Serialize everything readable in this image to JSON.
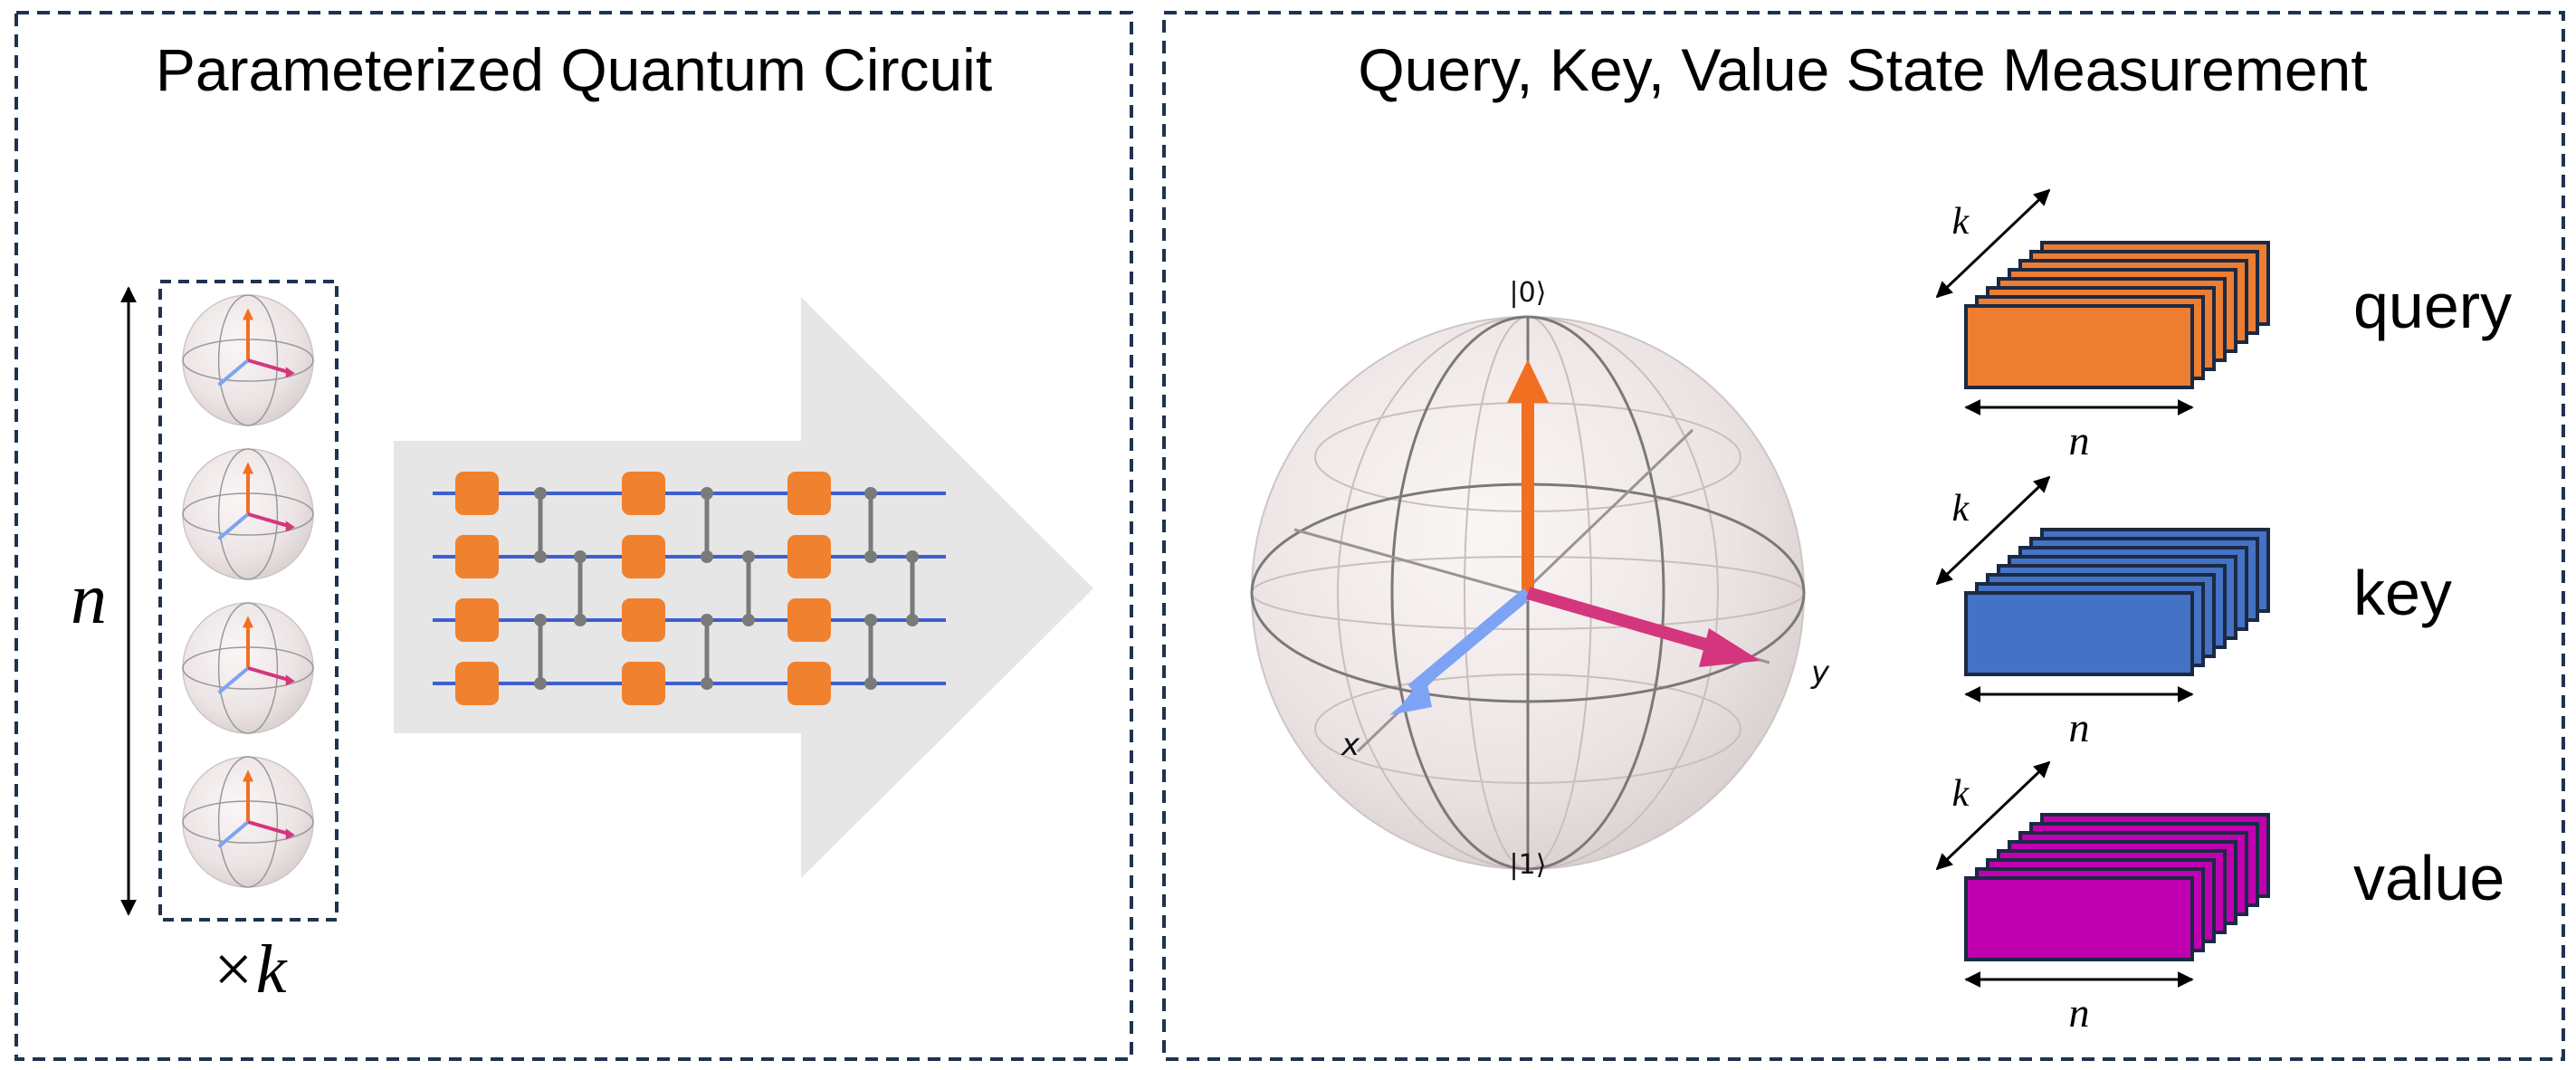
{
  "left_panel": {
    "title": "Parameterized Quantum Circuit",
    "n_label": "n",
    "times_k_label": "×k",
    "qubit_count": 4,
    "colors": {
      "gate": "#F0812F",
      "wire": "#3D5FD0",
      "arrow": "#E5E5E5"
    }
  },
  "right_panel": {
    "title": "Query, Key, Value State Measurement",
    "bloch": {
      "ket0": "|0⟩",
      "ket1": "|1⟩",
      "x_label": "x",
      "y_label": "y"
    },
    "stacks": [
      {
        "label": "query",
        "k_label": "k",
        "n_label": "n",
        "color": "#ED7D31"
      },
      {
        "label": "key",
        "k_label": "k",
        "n_label": "n",
        "color": "#4472C4"
      },
      {
        "label": "value",
        "k_label": "k",
        "n_label": "n",
        "color": "#C000B0"
      }
    ]
  }
}
